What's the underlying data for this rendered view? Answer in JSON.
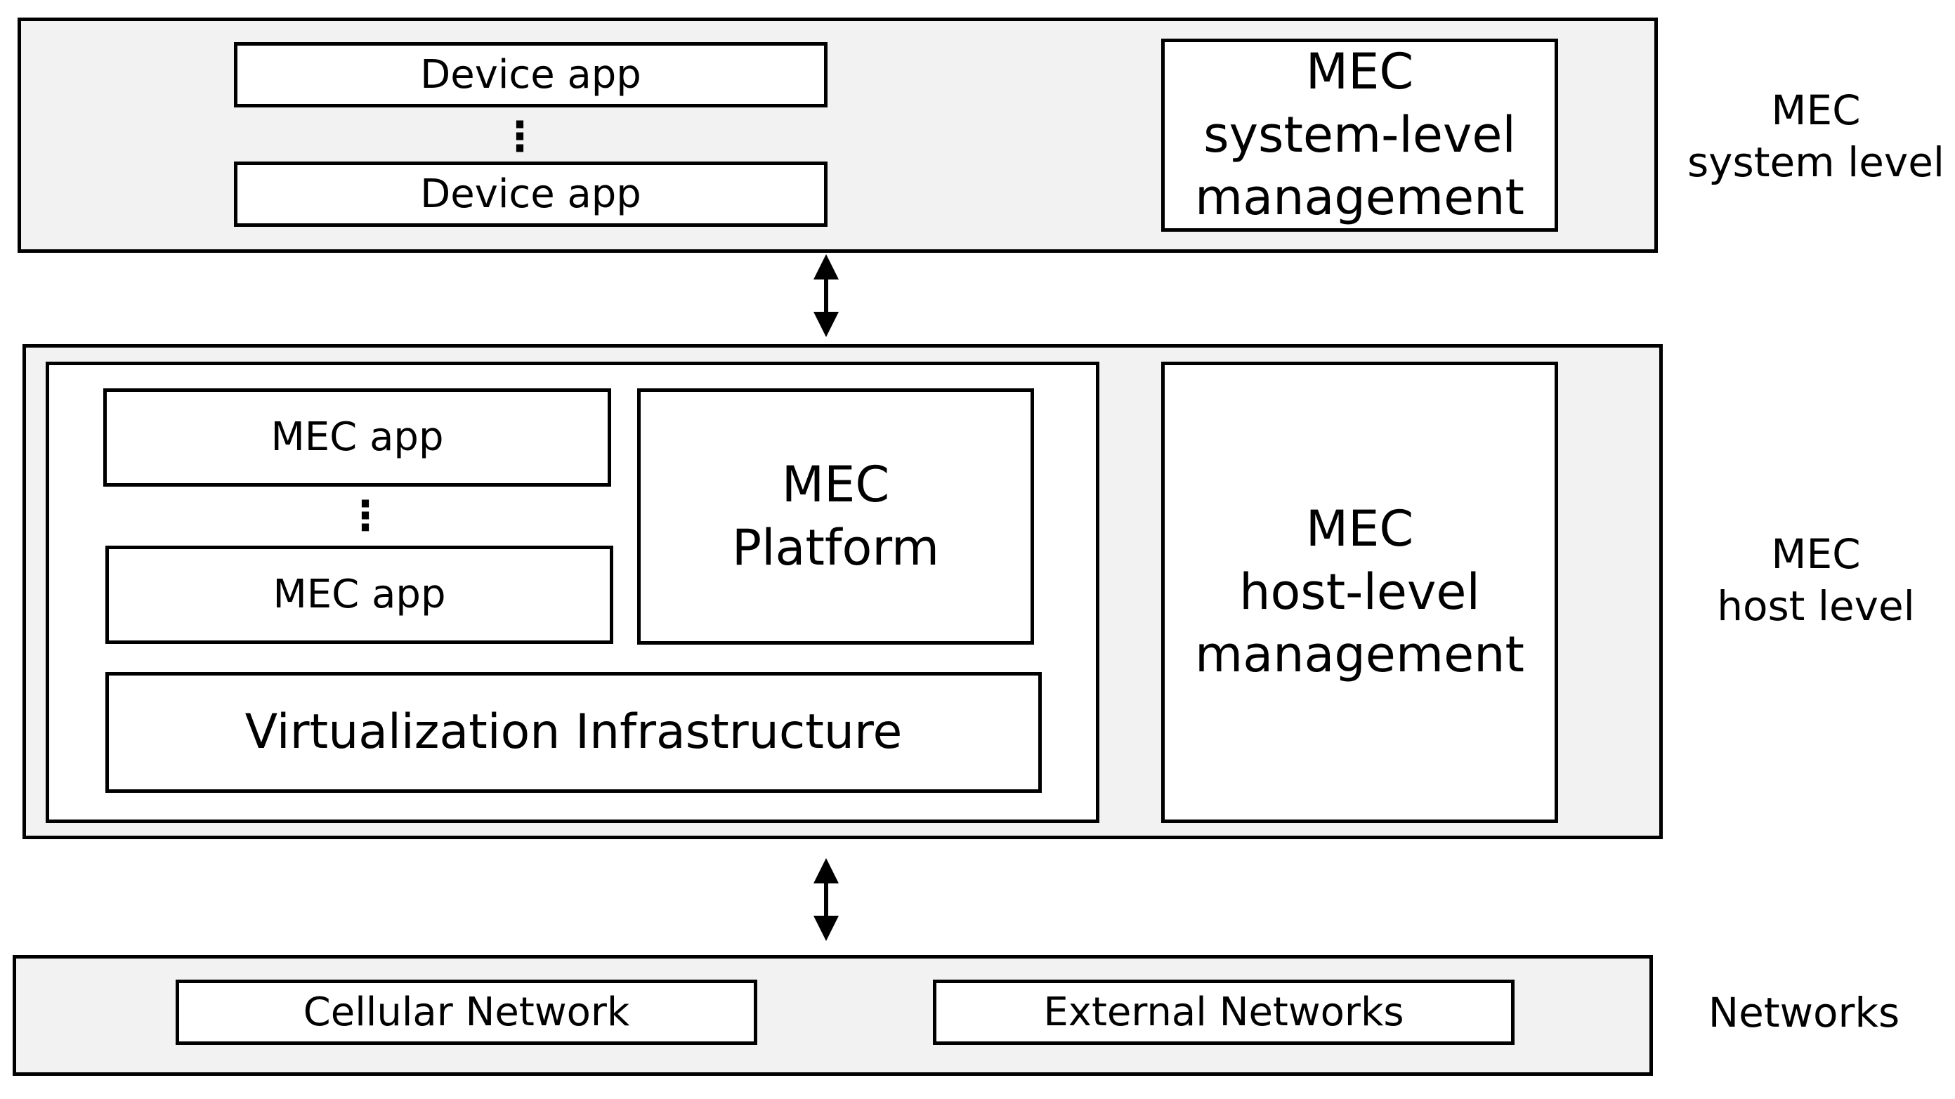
{
  "system_level": {
    "device_apps": [
      "Device app",
      "Device app"
    ],
    "device_apps_ellipsis": "⋮",
    "management": [
      "MEC",
      "system-level",
      "management"
    ],
    "label": [
      "MEC",
      "system level"
    ]
  },
  "host_level": {
    "mec_apps": [
      "MEC app",
      "MEC app"
    ],
    "mec_apps_ellipsis": "⋮",
    "platform": [
      "MEC",
      "Platform"
    ],
    "virtualization": "Virtualization Infrastructure",
    "management": [
      "MEC",
      "host-level",
      "management"
    ],
    "label": [
      "MEC",
      "host level"
    ]
  },
  "networks": {
    "cellular": "Cellular Network",
    "external": "External Networks",
    "label": "Networks"
  }
}
